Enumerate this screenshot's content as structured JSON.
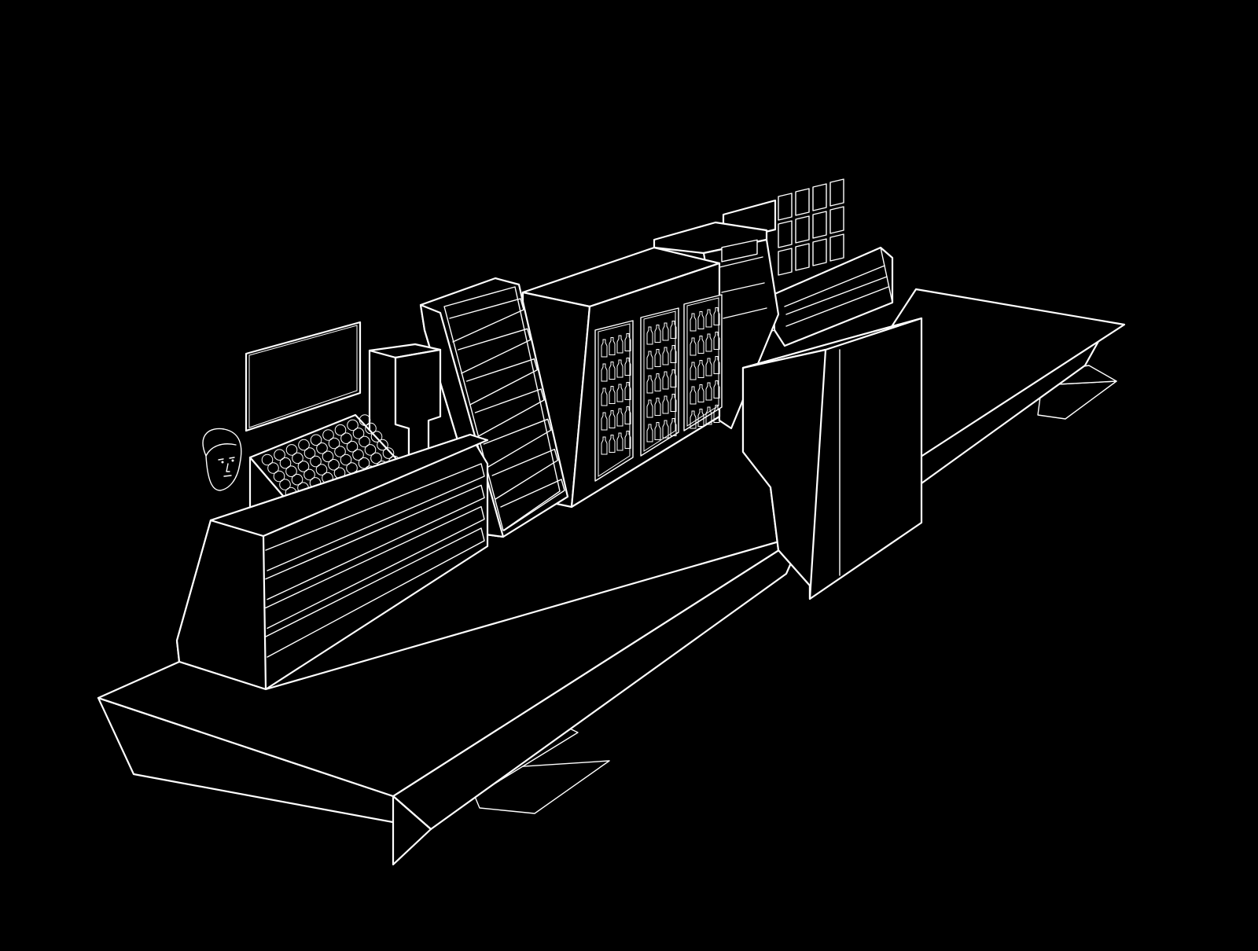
{
  "scene": {
    "background_color": "#000000",
    "line_color": "#ffffff",
    "objects": [
      "counter-platform",
      "display-screen",
      "person-head",
      "produce-display",
      "dispenser-box",
      "tall-shelving-rack",
      "drinks-fridge",
      "server-cabinet",
      "wall-panel-grid",
      "rear-shelving",
      "foreground-tall-cabinet",
      "rear-platform"
    ]
  }
}
